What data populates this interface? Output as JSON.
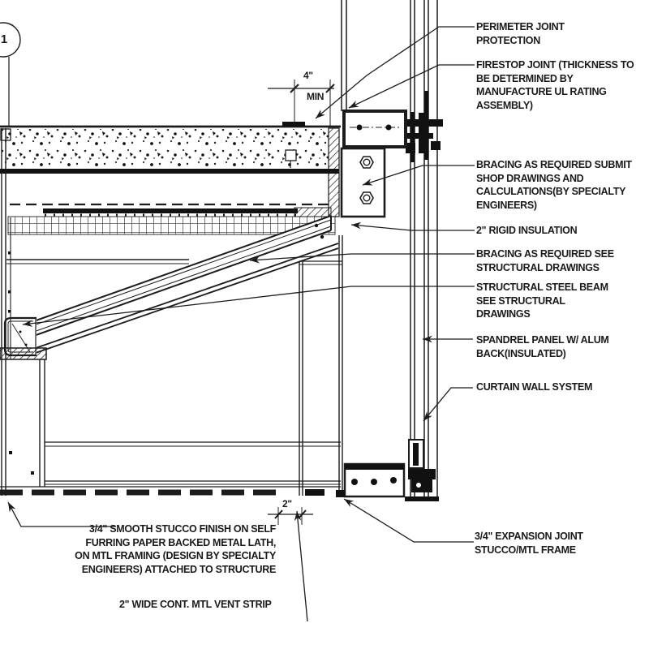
{
  "drawing": {
    "detail_bubble": {
      "number": "1"
    },
    "dimensions": {
      "min_width": "4\"",
      "min_suffix": "MIN",
      "vent_width": "2\""
    },
    "annotations": {
      "perimeter_joint": "PERIMETER JOINT\nPROTECTION",
      "firestop_joint": "FIRESTOP JOINT (THICKNESS TO\nBE DETERMINED BY\nMANUFACTURE UL RATING\nASSEMBLY)",
      "bracing_submit": "BRACING AS REQUIRED SUBMIT\nSHOP DRAWINGS AND\nCALCULATIONS(BY SPECIALTY\nENGINEERS)",
      "rigid_insulation": "2\" RIGID INSULATION",
      "bracing_see": "BRACING AS REQUIRED SEE\nSTRUCTURAL DRAWINGS",
      "steel_beam": "STRUCTURAL STEEL BEAM\nSEE STRUCTURAL\nDRAWINGS",
      "spandrel_panel": "SPANDREL PANEL W/ ALUM\nBACK(INSULATED)",
      "curtain_wall": "CURTAIN WALL SYSTEM",
      "expansion_joint": "3/4\" EXPANSION JOINT\nSTUCCO/MTL FRAME",
      "stucco_finish": "3/4\" SMOOTH STUCCO FINISH ON SELF\nFURRING PAPER BACKED METAL LATH,\nON MTL FRAMING (DESIGN BY SPECIALTY\nENGINEERS) ATTACHED TO STRUCTURE",
      "vent_strip": "2\" WIDE CONT. MTL VENT STRIP"
    },
    "colors": {
      "line": "#1c1c1c",
      "text": "#1a1a1a",
      "background": "#ffffff"
    }
  }
}
